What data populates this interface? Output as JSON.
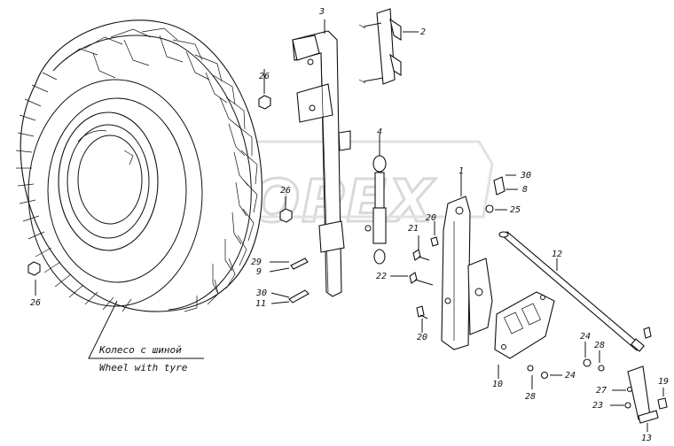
{
  "watermark": "OPEX",
  "caption": {
    "line1": "Колесо с шиной",
    "line2": "Wheel with tyre"
  },
  "labels": {
    "p1": "1",
    "p2": "2",
    "p3": "3",
    "p4": "4",
    "p8": "8",
    "p9": "9",
    "p10": "10",
    "p11": "11",
    "p12": "12",
    "p13": "13",
    "p19": "19",
    "p20a": "20",
    "p20b": "20",
    "p21": "21",
    "p22": "22",
    "p23": "23",
    "p24a": "24",
    "p24b": "24",
    "p25": "25",
    "p26a": "26",
    "p26b": "26",
    "p26c": "26",
    "p27": "27",
    "p28a": "28",
    "p28b": "28",
    "p29": "29",
    "p30a": "30",
    "p30b": "30"
  }
}
